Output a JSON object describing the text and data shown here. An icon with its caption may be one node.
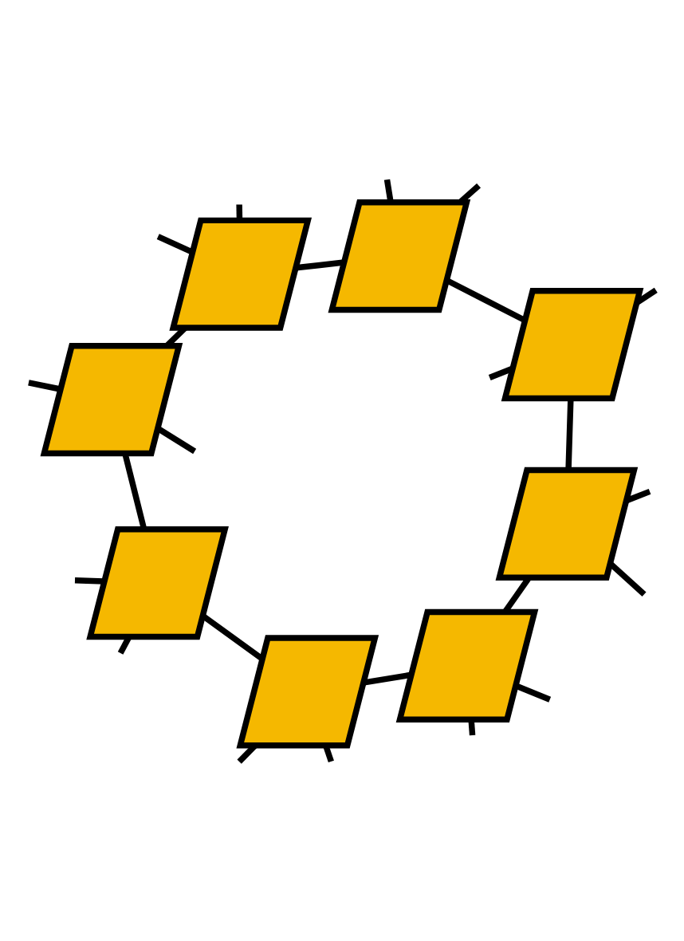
{
  "diagram": {
    "nodes": [
      {
        "text": [],
        "shape": "parallelogram"
      },
      {
        "text": [],
        "shape": "parallelogram"
      },
      {
        "text": [],
        "shape": "parallelogram"
      },
      {
        "text": [],
        "shape": "parallelogram"
      },
      {
        "text": [],
        "shape": "parallelogram"
      },
      {
        "text": [],
        "shape": "parallelogram"
      },
      {
        "text": [],
        "shape": "parallelogram"
      },
      {
        "text": [],
        "shape": "parallelogram"
      }
    ],
    "edges": [
      {
        "from": 0,
        "to": 1,
        "arrow": "none"
      },
      {
        "from": 0,
        "to": 2,
        "arrow": "none"
      },
      {
        "from": 1,
        "to": 3,
        "arrow": "none"
      },
      {
        "from": 2,
        "to": 4,
        "arrow": "none"
      },
      {
        "from": 3,
        "to": 5,
        "arrow": "none"
      },
      {
        "from": 4,
        "to": 6,
        "arrow": "none"
      },
      {
        "from": 5,
        "to": 7,
        "arrow": "none"
      },
      {
        "from": 6,
        "to": 7,
        "arrow": "none"
      },
      {
        "from": 0,
        "to": null,
        "arrow": "none"
      },
      {
        "from": 0,
        "to": null,
        "arrow": "none"
      },
      {
        "from": 1,
        "to": null,
        "arrow": "none"
      },
      {
        "from": 1,
        "to": null,
        "arrow": "none"
      },
      {
        "from": 2,
        "to": null,
        "arrow": "none"
      },
      {
        "from": 2,
        "to": null,
        "arrow": "none"
      },
      {
        "from": 3,
        "to": null,
        "arrow": "none"
      },
      {
        "from": 3,
        "to": null,
        "arrow": "none"
      },
      {
        "from": 4,
        "to": null,
        "arrow": "none"
      },
      {
        "from": 4,
        "to": null,
        "arrow": "none"
      },
      {
        "from": 5,
        "to": null,
        "arrow": "none"
      },
      {
        "from": 5,
        "to": null,
        "arrow": "none"
      },
      {
        "from": 6,
        "to": null,
        "arrow": "none"
      },
      {
        "from": 6,
        "to": null,
        "arrow": "none"
      },
      {
        "from": 7,
        "to": null,
        "arrow": "none"
      },
      {
        "from": 7,
        "to": null,
        "arrow": "none"
      }
    ]
  }
}
